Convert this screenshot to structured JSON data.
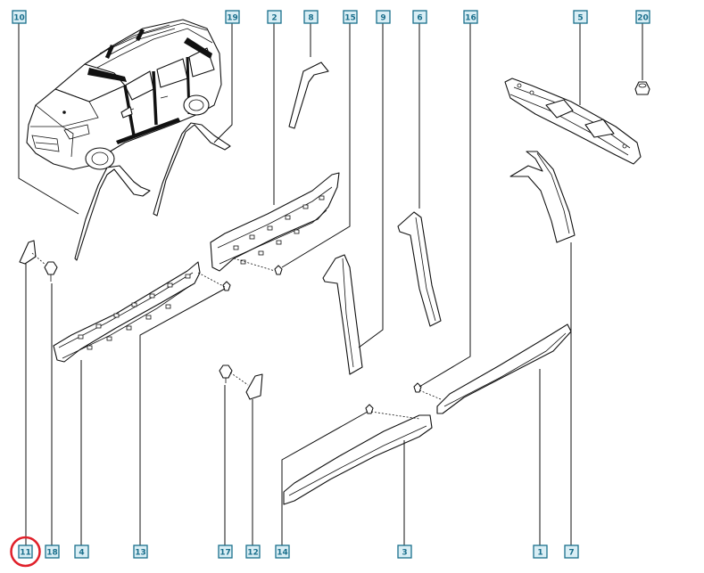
{
  "callouts": [
    {
      "id": "c10",
      "label": "10"
    },
    {
      "id": "c19",
      "label": "19"
    },
    {
      "id": "c2",
      "label": "2"
    },
    {
      "id": "c8",
      "label": "8"
    },
    {
      "id": "c15",
      "label": "15"
    },
    {
      "id": "c9",
      "label": "9"
    },
    {
      "id": "c6",
      "label": "6"
    },
    {
      "id": "c16",
      "label": "16"
    },
    {
      "id": "c5",
      "label": "5"
    },
    {
      "id": "c20",
      "label": "20"
    },
    {
      "id": "c11",
      "label": "11"
    },
    {
      "id": "c18",
      "label": "18"
    },
    {
      "id": "c4",
      "label": "4"
    },
    {
      "id": "c13",
      "label": "13"
    },
    {
      "id": "c17",
      "label": "17"
    },
    {
      "id": "c12",
      "label": "12"
    },
    {
      "id": "c14",
      "label": "14"
    },
    {
      "id": "c3",
      "label": "3"
    },
    {
      "id": "c1",
      "label": "1"
    },
    {
      "id": "c7",
      "label": "7"
    }
  ],
  "highlight": {
    "target": "11",
    "color": "#e0202a"
  },
  "colors": {
    "callout_fill": "#d9eef5",
    "callout_stroke": "#1a6f8c",
    "line": "#111111"
  }
}
